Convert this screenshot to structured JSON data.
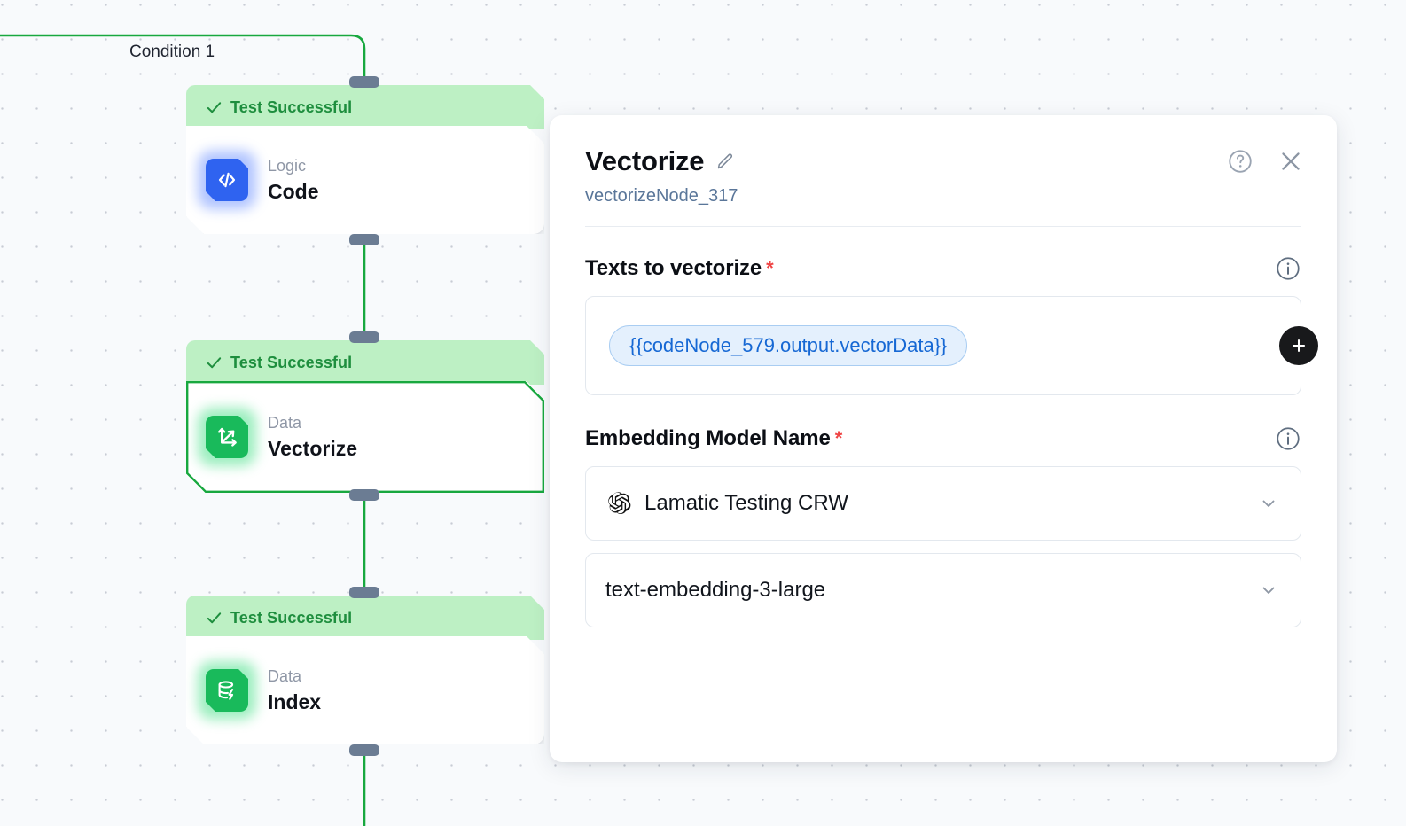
{
  "canvas": {
    "edge_label": "Condition 1",
    "edge_color": "#18a83f",
    "nodes": [
      {
        "status": "Test Successful",
        "status_check": "check-icon",
        "category": "Logic",
        "title": "Code",
        "icon": "code-brackets-icon",
        "icon_color": "#2f63f0",
        "selected": false
      },
      {
        "status": "Test Successful",
        "status_check": "check-icon",
        "category": "Data",
        "title": "Vectorize",
        "icon": "vector-axes-icon",
        "icon_color": "#19ba5b",
        "selected": true
      },
      {
        "status": "Test Successful",
        "status_check": "check-icon",
        "category": "Data",
        "title": "Index",
        "icon": "database-bolt-icon",
        "icon_color": "#19ba5b",
        "selected": false
      }
    ]
  },
  "panel": {
    "title": "Vectorize",
    "edit_icon": "pencil-icon",
    "subtitle": "vectorizeNode_317",
    "help_icon": "help-circle-icon",
    "close_icon": "close-icon",
    "fields": {
      "texts": {
        "label": "Texts to vectorize",
        "required_marker": "*",
        "info_icon": "info-circle-icon",
        "token": "{{codeNode_579.output.vectorData}}",
        "add_icon": "plus-icon"
      },
      "embedding": {
        "label": "Embedding Model Name",
        "required_marker": "*",
        "info_icon": "info-circle-icon",
        "provider_icon": "openai-logo-icon",
        "credential_value": "Lamatic Testing CRW",
        "model_value": "text-embedding-3-large",
        "chevron_icon": "chevron-down-icon"
      }
    }
  },
  "colors": {
    "accent_green": "#18a83f",
    "status_bg": "#bdf0c4",
    "status_text": "#1e8e3e",
    "token_blue": "#1668d4",
    "required_red": "#ef4444"
  }
}
